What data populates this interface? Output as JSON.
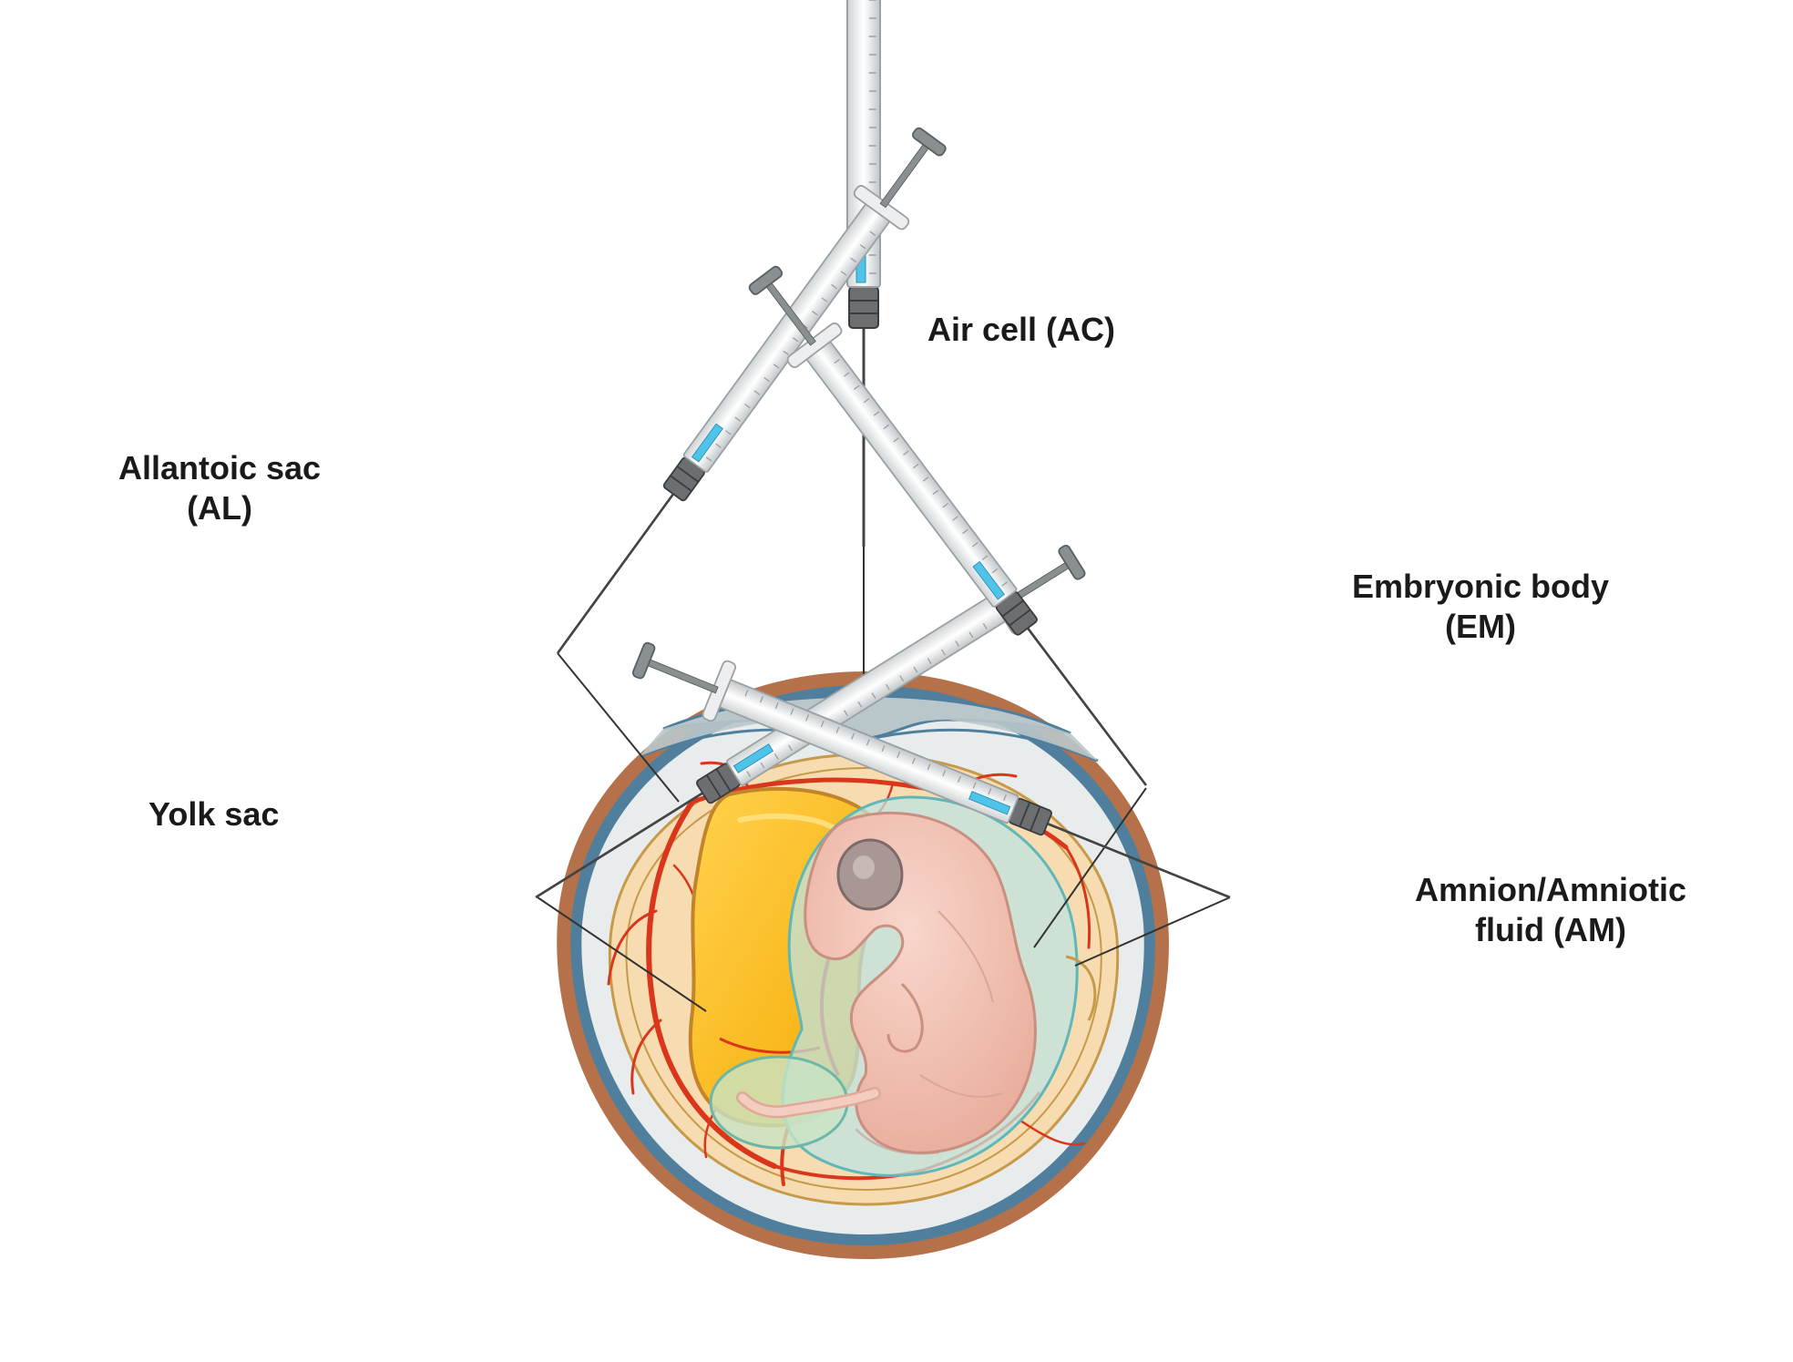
{
  "labels": {
    "air_cell": "Air cell (AC)",
    "allantoic_sac_line1": "Allantoic sac",
    "allantoic_sac_line2": "(AL)",
    "yolk_sac": "Yolk sac",
    "embryonic_body_line1": "Embryonic body",
    "embryonic_body_line2": "(EM)",
    "amnion_line1": "Amnion/Amniotic",
    "amnion_line2": "fluid (AM)"
  },
  "colors": {
    "shell": "#b5714a",
    "shell_membrane": "#4f7f9c",
    "albumen": "#e8ecec",
    "air_cell": "#b9c6cb",
    "allantois": "#f6dcb0",
    "yolk": "#ffc21a",
    "embryo": "#f2c4b6",
    "amnion": "#bfe3e0",
    "vessel": "#d9361c",
    "syringe_fluid": "#4fc3e8"
  }
}
